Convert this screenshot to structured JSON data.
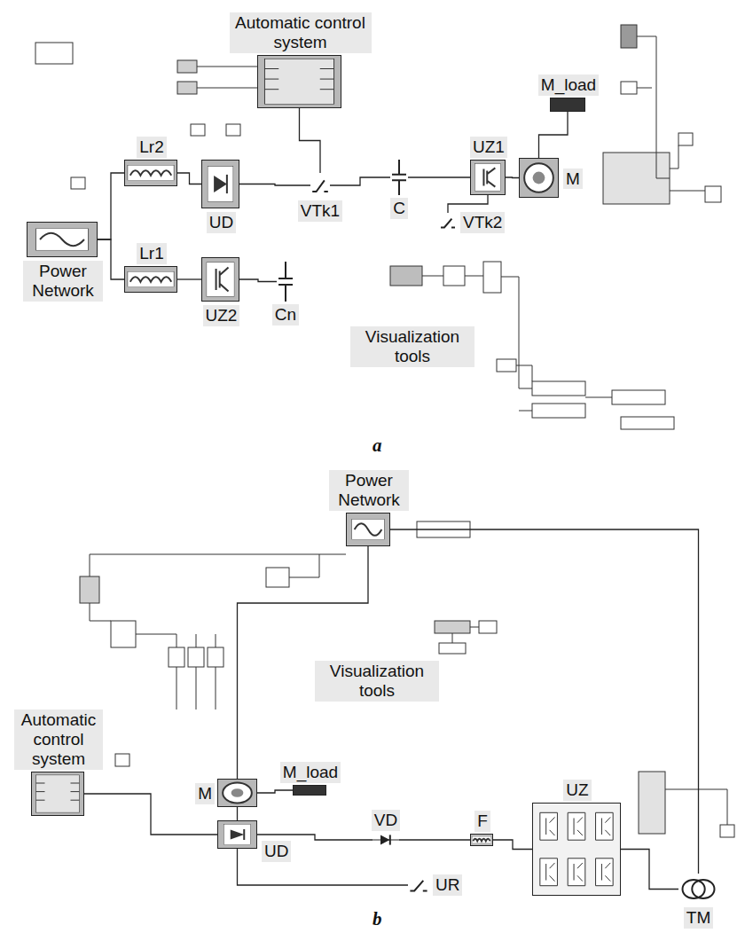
{
  "diagram": {
    "nodes": [
      {
        "text": [
          "Automatic control system"
        ]
      },
      {
        "text": [
          "Power Network"
        ]
      },
      {
        "text": [
          "Lr2"
        ]
      },
      {
        "text": [
          "Lr1"
        ]
      },
      {
        "text": [
          "UD"
        ]
      },
      {
        "text": [
          "UZ2"
        ]
      },
      {
        "text": [
          "Cn"
        ]
      },
      {
        "text": [
          "VTk1"
        ]
      },
      {
        "text": [
          "C"
        ]
      },
      {
        "text": [
          "VTk2"
        ]
      },
      {
        "text": [
          "UZ1"
        ]
      },
      {
        "text": [
          "M"
        ]
      },
      {
        "text": [
          "M_load"
        ]
      },
      {
        "text": [
          "Power Network"
        ]
      },
      {
        "text": [
          "Automatic control system"
        ]
      },
      {
        "text": [
          "M"
        ]
      },
      {
        "text": [
          "M_load"
        ]
      },
      {
        "text": [
          "UD"
        ]
      },
      {
        "text": [
          "VD"
        ]
      },
      {
        "text": [
          "F"
        ]
      },
      {
        "text": [
          "UR"
        ]
      },
      {
        "text": [
          "UZ"
        ]
      },
      {
        "text": [
          "TM"
        ]
      }
    ],
    "edges": [
      {
        "from": 1,
        "to": 2,
        "arrow": "none"
      },
      {
        "from": 1,
        "to": 3,
        "arrow": "none"
      },
      {
        "from": 2,
        "to": 4,
        "arrow": "none"
      },
      {
        "from": 3,
        "to": 5,
        "arrow": "none"
      },
      {
        "from": 4,
        "to": 7,
        "arrow": "none"
      },
      {
        "from": 0,
        "to": 7,
        "arrow": "none"
      },
      {
        "from": 7,
        "to": 8,
        "arrow": "none"
      },
      {
        "from": 8,
        "to": 10,
        "arrow": "none"
      },
      {
        "from": 9,
        "to": 10,
        "arrow": "none"
      },
      {
        "from": 10,
        "to": 11,
        "arrow": "none"
      },
      {
        "from": 12,
        "to": 11,
        "arrow": "none"
      },
      {
        "from": 5,
        "to": 6,
        "arrow": "none"
      },
      {
        "from": 13,
        "to": 15,
        "arrow": "none"
      },
      {
        "from": 16,
        "to": 15,
        "arrow": "none"
      },
      {
        "from": 15,
        "to": 17,
        "arrow": "none"
      },
      {
        "from": 14,
        "to": 17,
        "arrow": "none"
      },
      {
        "from": 17,
        "to": 18,
        "arrow": "none"
      },
      {
        "from": 18,
        "to": 19,
        "arrow": "none"
      },
      {
        "from": 19,
        "to": 21,
        "arrow": "none"
      },
      {
        "from": 21,
        "to": 22,
        "arrow": "none"
      },
      {
        "from": 13,
        "to": 22,
        "arrow": "none"
      },
      {
        "from": 17,
        "to": 20,
        "arrow": "none"
      }
    ],
    "labels": [
      "Visualization tools",
      "a",
      "Visualization tools",
      "b"
    ]
  }
}
